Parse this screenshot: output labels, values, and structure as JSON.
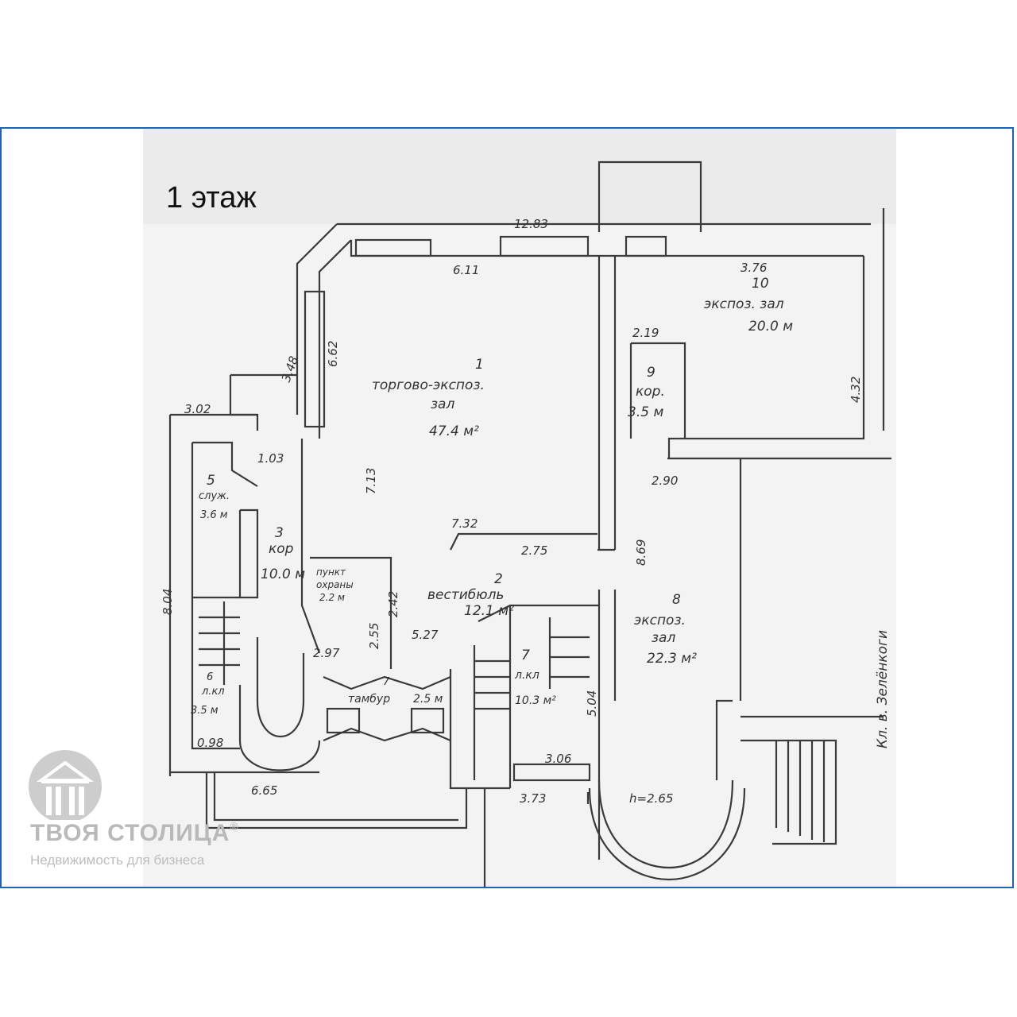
{
  "page": {
    "title": "1 этаж",
    "frame_color": "#1f63b8",
    "brand": {
      "name": "ТВОЯ СТОЛИЦА",
      "registered_mark": "®",
      "tagline": "Недвижимость для бизнеса",
      "logo_icon": "building-icon",
      "color": "#b9b9b9"
    }
  },
  "plan": {
    "street_label": "Кл. в. Зелёнкоги",
    "rooms": [
      {
        "id": "room-1",
        "number": "1",
        "name_line1": "торгово-экспоз.",
        "name_line2": "зал",
        "area": "47.4 м²"
      },
      {
        "id": "room-2",
        "number": "2",
        "name_line1": "вестибюль",
        "name_line2": "",
        "area": "12.1 м²"
      },
      {
        "id": "room-3",
        "number": "3",
        "name_line1": "кор",
        "name_line2": "",
        "area": "10.0 м"
      },
      {
        "id": "room-4",
        "number": "",
        "name_line1": "пункт",
        "name_line2": "охраны",
        "area": "2.2 м"
      },
      {
        "id": "room-5",
        "number": "5",
        "name_line1": "служ.",
        "name_line2": "",
        "area": "3.6 м"
      },
      {
        "id": "room-6",
        "number": "6",
        "name_line1": "л.кл",
        "name_line2": "",
        "area": "3.5 м"
      },
      {
        "id": "room-7a",
        "number": "7",
        "name_line1": "тамбур",
        "name_line2": "",
        "area": "2.5 м"
      },
      {
        "id": "room-7b",
        "number": "7",
        "name_line1": "л.кл",
        "name_line2": "",
        "area": "10.3 м²"
      },
      {
        "id": "room-8",
        "number": "8",
        "name_line1": "экспоз.",
        "name_line2": "зал",
        "area": "22.3 м²"
      },
      {
        "id": "room-9",
        "number": "9",
        "name_line1": "кор.",
        "name_line2": "",
        "area": "3.5 м"
      },
      {
        "id": "room-10",
        "number": "10",
        "name_line1": "экспоз. зал",
        "name_line2": "",
        "area": "20.0 м"
      }
    ],
    "dimensions": [
      "12.83",
      "6.11",
      "3.76",
      "6.62",
      "3.48",
      "2.19",
      "4.32",
      "3.02",
      "1.03",
      "7.13",
      "2.90",
      "7.32",
      "2.75",
      "8.69",
      "8.04",
      "2.42",
      "2.55",
      "5.27",
      "2.97",
      "5.04",
      "3.06",
      "3.73",
      "6.65",
      "0.98",
      "h=2.65"
    ]
  }
}
